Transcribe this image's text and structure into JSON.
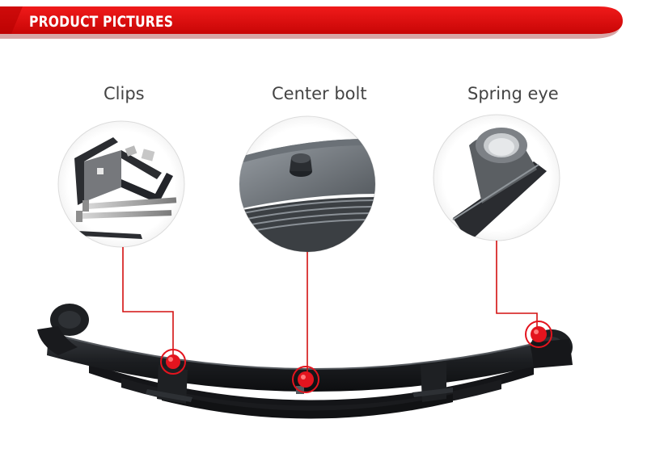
{
  "banner": {
    "title": "PRODUCT PICTURES",
    "color": "#e01010",
    "dark_color": "#b50000"
  },
  "callouts": [
    {
      "label": "Clips"
    },
    {
      "label": "Center bolt"
    },
    {
      "label": "Spring eye"
    }
  ],
  "colors": {
    "leader_line": "#d41010",
    "marker": "#e3141e",
    "spring": "#1f2124",
    "label_text": "#444444"
  },
  "icons": [
    "clips-photo",
    "center-bolt-photo",
    "spring-eye-photo",
    "leaf-spring-photo"
  ]
}
